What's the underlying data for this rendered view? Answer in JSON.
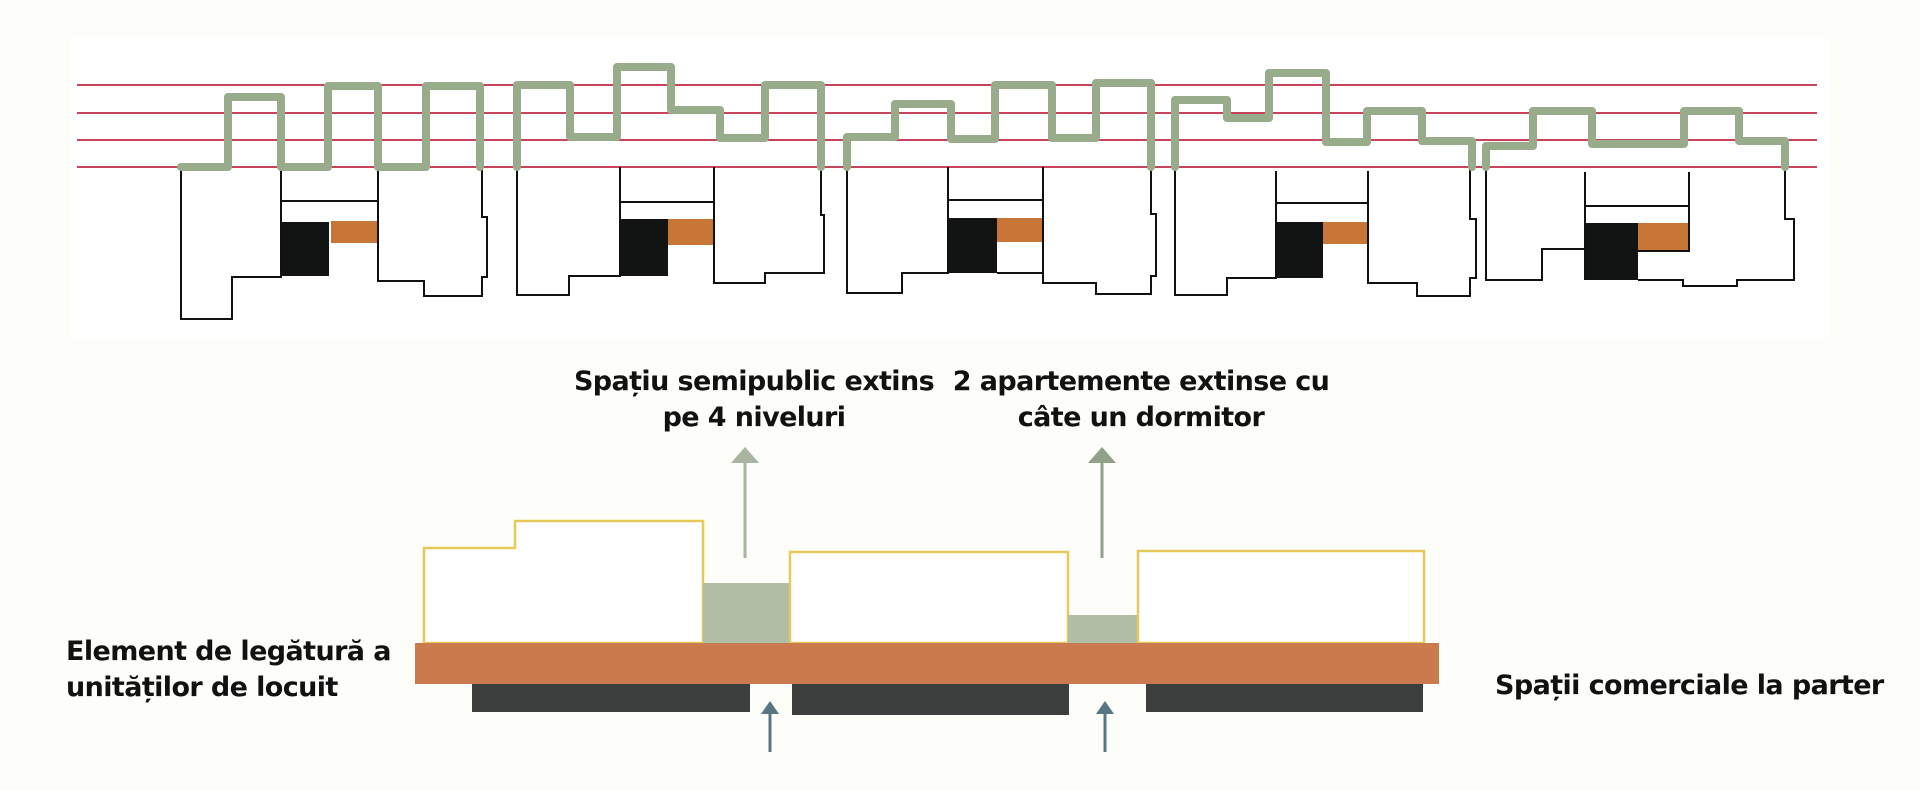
{
  "labels": {
    "semipublic": {
      "line1": "Spațiu semipublic extins",
      "line2": "pe 4 niveluri"
    },
    "apartments": {
      "line1": "2 apartemente extinse cu",
      "line2": "câte un dormitor"
    },
    "connection": {
      "line1": "Element de legătură a",
      "line2": "unităților de locuit"
    },
    "commercial": {
      "line1": "Spații comerciale la parter"
    }
  },
  "colors": {
    "level_lines": "#c8435c",
    "extension_profile": "#98ab8a",
    "core": "#121413",
    "connector": "#c87538",
    "volume_outline": "#e6c95a",
    "semipublic_fill": "#b0bea6",
    "base_slab": "#cb7a4d",
    "commercial_fill": "#3d3f3f",
    "arrow_up_light": "#a8b5a0",
    "arrow_up_dark": "#8fa289",
    "arrow_entry": "#587681"
  },
  "levels": 4,
  "units_count": 5
}
